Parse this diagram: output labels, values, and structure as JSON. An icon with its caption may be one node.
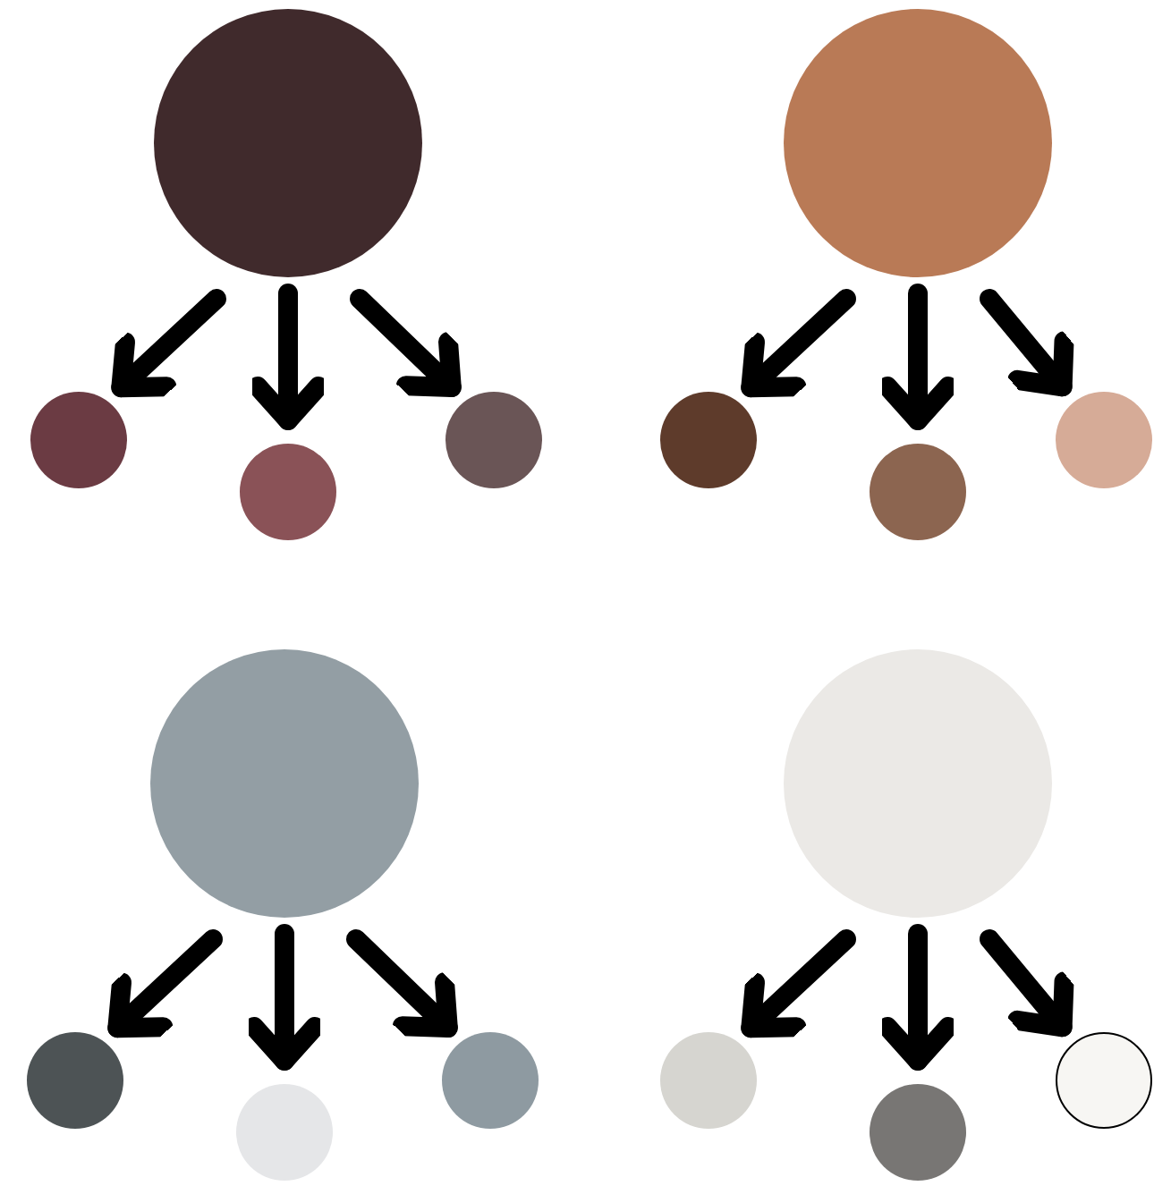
{
  "diagram": {
    "nodes": [
      {
        "text": [],
        "shape": "circle"
      },
      {
        "text": [],
        "shape": "circle"
      },
      {
        "text": [],
        "shape": "circle"
      },
      {
        "text": [],
        "shape": "circle"
      },
      {
        "text": [],
        "shape": "circle"
      },
      {
        "text": [],
        "shape": "circle"
      },
      {
        "text": [],
        "shape": "circle"
      },
      {
        "text": [],
        "shape": "circle"
      },
      {
        "text": [],
        "shape": "circle"
      },
      {
        "text": [],
        "shape": "circle"
      },
      {
        "text": [],
        "shape": "circle"
      },
      {
        "text": [],
        "shape": "circle"
      },
      {
        "text": [],
        "shape": "circle"
      },
      {
        "text": [],
        "shape": "circle"
      },
      {
        "text": [],
        "shape": "circle"
      },
      {
        "text": [],
        "shape": "circle"
      }
    ],
    "edges": [
      {
        "from": 0,
        "to": 1,
        "arrow": "to"
      },
      {
        "from": 0,
        "to": 2,
        "arrow": "to"
      },
      {
        "from": 0,
        "to": 3,
        "arrow": "to"
      },
      {
        "from": 4,
        "to": 5,
        "arrow": "to"
      },
      {
        "from": 4,
        "to": 6,
        "arrow": "to"
      },
      {
        "from": 4,
        "to": 7,
        "arrow": "to"
      },
      {
        "from": 8,
        "to": 9,
        "arrow": "to"
      },
      {
        "from": 8,
        "to": 10,
        "arrow": "to"
      },
      {
        "from": 8,
        "to": 11,
        "arrow": "to"
      },
      {
        "from": 12,
        "to": 13,
        "arrow": "to"
      },
      {
        "from": 12,
        "to": 14,
        "arrow": "to"
      },
      {
        "from": 12,
        "to": 15,
        "arrow": "to"
      }
    ]
  }
}
